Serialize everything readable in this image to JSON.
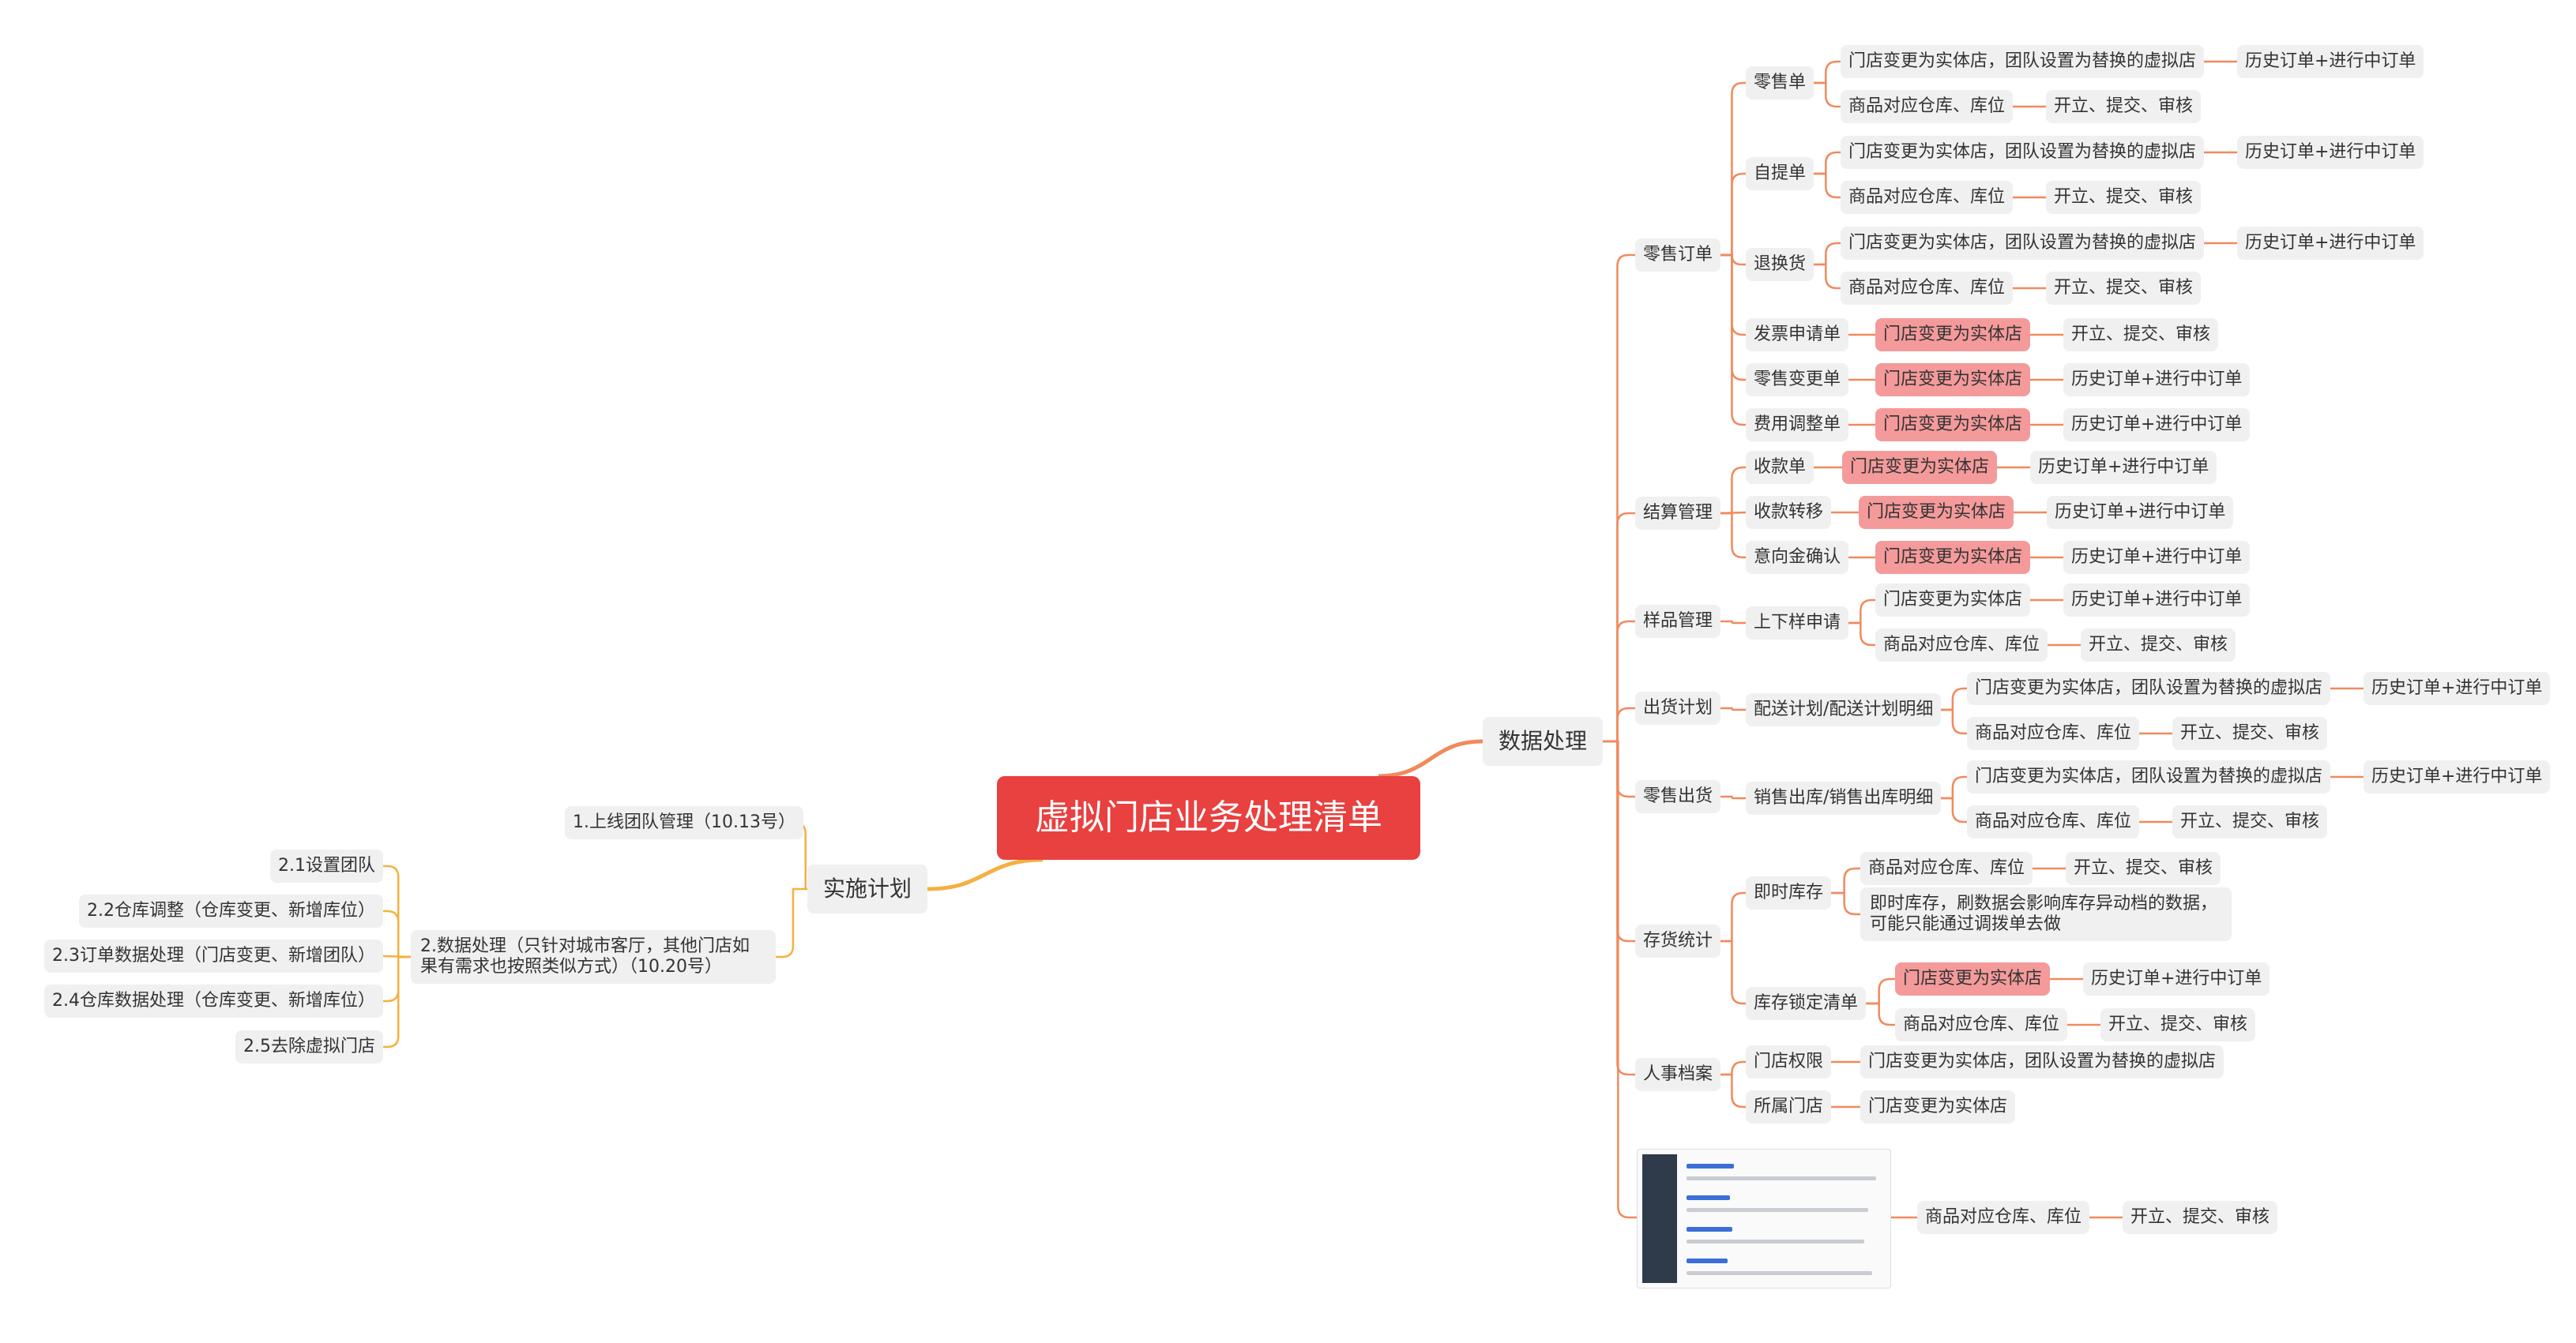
{
  "root": "虚拟门店业务处理清单",
  "left": {
    "label": "实施计划",
    "items": [
      {
        "label": "1.上线团队管理（10.13号）"
      },
      {
        "label": "2.数据处理（只针对城市客厅，其他门店如果有需求也按照类似方式）（10.20号）",
        "children": [
          "2.1设置团队",
          "2.2仓库调整（仓库变更、新增库位）",
          "2.3订单数据处理（门店变更、新增团队）",
          "2.4仓库数据处理（仓库变更、新增库位）",
          "2.5去除虚拟门店"
        ]
      }
    ]
  },
  "right": {
    "label": "数据处理",
    "categories": [
      {
        "label": "零售订单",
        "subs": [
          {
            "label": "零售单",
            "children": [
              {
                "label": "门店变更为实体店，团队设置为替换的虚拟店",
                "next": "历史订单+进行中订单"
              },
              {
                "label": "商品对应仓库、库位",
                "next": "开立、提交、审核"
              }
            ]
          },
          {
            "label": "自提单",
            "children": [
              {
                "label": "门店变更为实体店，团队设置为替换的虚拟店",
                "next": "历史订单+进行中订单"
              },
              {
                "label": "商品对应仓库、库位",
                "next": "开立、提交、审核"
              }
            ]
          },
          {
            "label": "退换货",
            "children": [
              {
                "label": "门店变更为实体店，团队设置为替换的虚拟店",
                "next": "历史订单+进行中订单"
              },
              {
                "label": "商品对应仓库、库位",
                "next": "开立、提交、审核"
              }
            ]
          },
          {
            "label": "发票申请单",
            "children": [
              {
                "label": "门店变更为实体店",
                "next": "开立、提交、审核",
                "highlight": true
              }
            ]
          },
          {
            "label": "零售变更单",
            "children": [
              {
                "label": "门店变更为实体店",
                "next": "历史订单+进行中订单",
                "highlight": true
              }
            ]
          },
          {
            "label": "费用调整单",
            "children": [
              {
                "label": "门店变更为实体店",
                "next": "历史订单+进行中订单",
                "highlight": true
              }
            ]
          }
        ]
      },
      {
        "label": "结算管理",
        "subs": [
          {
            "label": "收款单",
            "children": [
              {
                "label": "门店变更为实体店",
                "next": "历史订单+进行中订单",
                "highlight": true
              }
            ]
          },
          {
            "label": "收款转移",
            "children": [
              {
                "label": "门店变更为实体店",
                "next": "历史订单+进行中订单",
                "highlight": true
              }
            ]
          },
          {
            "label": "意向金确认",
            "children": [
              {
                "label": "门店变更为实体店",
                "next": "历史订单+进行中订单",
                "highlight": true
              }
            ]
          }
        ]
      },
      {
        "label": "样品管理",
        "subs": [
          {
            "label": "上下样申请",
            "children": [
              {
                "label": "门店变更为实体店",
                "next": "历史订单+进行中订单"
              },
              {
                "label": "商品对应仓库、库位",
                "next": "开立、提交、审核"
              }
            ]
          }
        ]
      },
      {
        "label": "出货计划",
        "subs": [
          {
            "label": "配送计划/配送计划明细",
            "children": [
              {
                "label": "门店变更为实体店，团队设置为替换的虚拟店",
                "next": "历史订单+进行中订单"
              },
              {
                "label": "商品对应仓库、库位",
                "next": "开立、提交、审核"
              }
            ]
          }
        ]
      },
      {
        "label": "零售出货",
        "subs": [
          {
            "label": "销售出库/销售出库明细",
            "children": [
              {
                "label": "门店变更为实体店，团队设置为替换的虚拟店",
                "next": "历史订单+进行中订单"
              },
              {
                "label": "商品对应仓库、库位",
                "next": "开立、提交、审核"
              }
            ]
          }
        ]
      },
      {
        "label": "存货统计",
        "subs": [
          {
            "label": "即时库存",
            "children": [
              {
                "label": "商品对应仓库、库位",
                "next": "开立、提交、审核"
              },
              {
                "label": "即时库存，刷数据会影响库存异动档的数据，可能只能通过调拨单去做"
              }
            ]
          },
          {
            "label": "库存锁定清单",
            "children": [
              {
                "label": "门店变更为实体店",
                "next": "历史订单+进行中订单",
                "highlight": true
              },
              {
                "label": "商品对应仓库、库位",
                "next": "开立、提交、审核"
              }
            ]
          }
        ]
      },
      {
        "label": "人事档案",
        "subs": [
          {
            "label": "门店权限",
            "children": [
              {
                "label": "门店变更为实体店，团队设置为替换的虚拟店"
              }
            ]
          },
          {
            "label": "所属门店",
            "children": [
              {
                "label": "门店变更为实体店"
              }
            ]
          }
        ]
      }
    ],
    "image_node": {
      "label": "商品对应仓库、库位",
      "next": "开立、提交、审核"
    }
  },
  "colors": {
    "root": "#e94040",
    "highlight": "#f49a9a",
    "node": "#f0f0f0",
    "right_line": "#f08a5d",
    "left_line": "#f5b041"
  }
}
